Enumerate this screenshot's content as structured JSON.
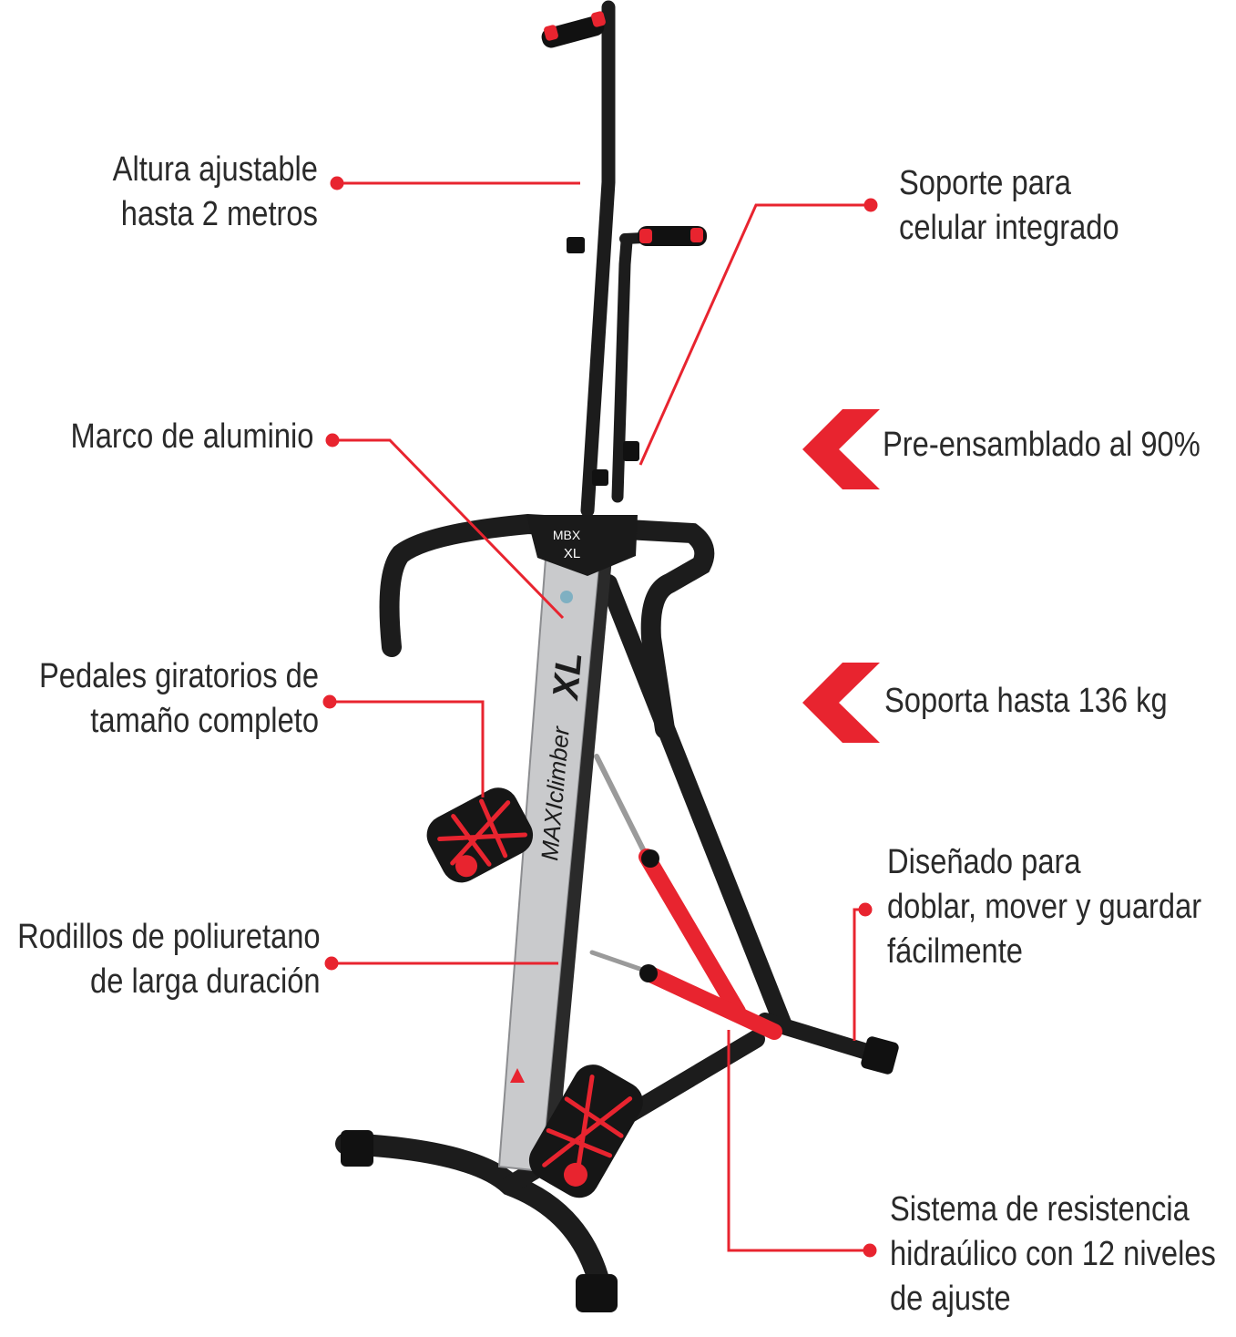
{
  "colors": {
    "accent": "#e8242f",
    "frame": "#1c1c1c",
    "silver": "#c9cacc",
    "text": "#2a2a2a"
  },
  "product": {
    "brand_top": "MBX",
    "brand_bottom": "XL",
    "rail_text": "MAXIclimber",
    "rail_suffix": "XL"
  },
  "callouts": {
    "height": [
      "Altura ajustable",
      "hasta 2 metros"
    ],
    "phone": [
      "Soporte para",
      "celular integrado"
    ],
    "frame": [
      "Marco de aluminio"
    ],
    "preassembled": [
      "Pre-ensamblado al 90%"
    ],
    "pedals": [
      "Pedales giratorios de",
      "tamaño completo"
    ],
    "weight": [
      "Soporta hasta 136 kg"
    ],
    "fold": [
      "Diseñado para",
      "doblar, mover y guardar",
      "fácilmente"
    ],
    "rollers": [
      "Rodillos de poliuretano",
      "de larga duración"
    ],
    "resistance": [
      "Sistema de resistencia",
      "hidraúlico con 12 niveles",
      "de ajuste"
    ]
  },
  "icons": {
    "preassembled": "double-chevron-left-icon",
    "weight": "double-chevron-left-icon"
  }
}
